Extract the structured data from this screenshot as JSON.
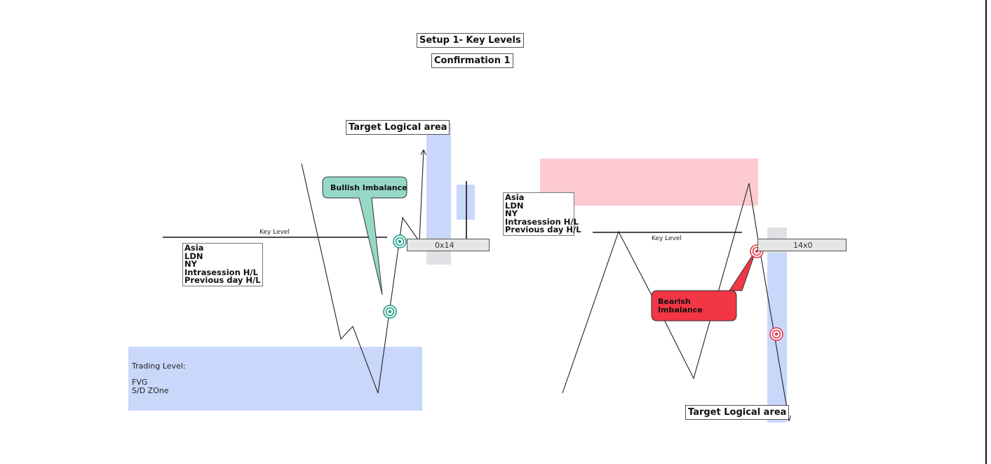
{
  "title": "Setup 1- Key Levels",
  "subtitle": "Confirmation 1",
  "colors": {
    "zone_blue": "#c9d7fb",
    "zone_red": "#fccad0",
    "bullish_fill": "#96d8c8",
    "bearish_fill": "#f23645",
    "marker_green": "#1e9e8a",
    "marker_red": "#e8364a",
    "readout_bg": "#e6e6e6"
  },
  "left": {
    "target_label": "Target Logical area",
    "callout": "Bullish Imbalance",
    "key_level_label": "Key Level",
    "levels_list": [
      "Asia",
      "LDN",
      "NY",
      "Intrasession H/L",
      "Previous day H/L"
    ],
    "trading_level_title": "Trading Level:",
    "trading_level_items": [
      "FVG",
      "S/D ZOne"
    ],
    "measure_readout": "0x14"
  },
  "right": {
    "target_label": "Target Logical area",
    "callout": [
      "Bearish",
      "Imbalance"
    ],
    "key_level_label": "Key Level",
    "levels_list": [
      "Asia",
      "LDN",
      "NY",
      "Intrasession H/L",
      "Previous day H/L"
    ],
    "measure_readout": "14x0"
  }
}
